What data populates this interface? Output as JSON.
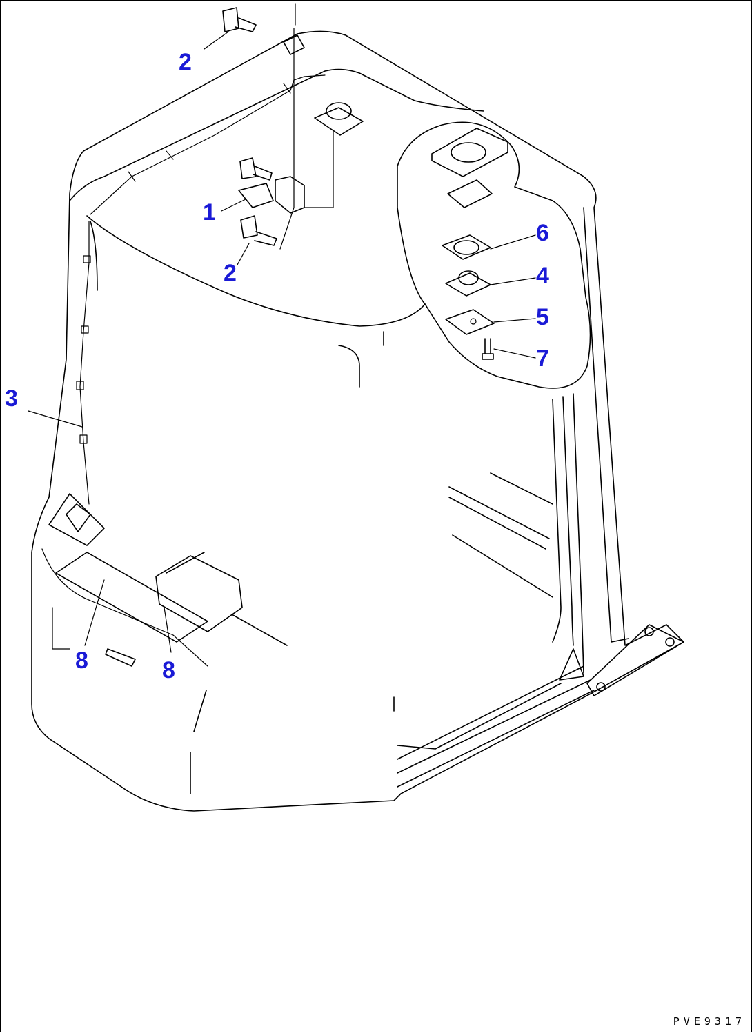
{
  "diagram": {
    "callouts": [
      "1",
      "2",
      "2",
      "3",
      "4",
      "5",
      "6",
      "7",
      "8",
      "8"
    ],
    "drawing_code": "PVE9317"
  }
}
